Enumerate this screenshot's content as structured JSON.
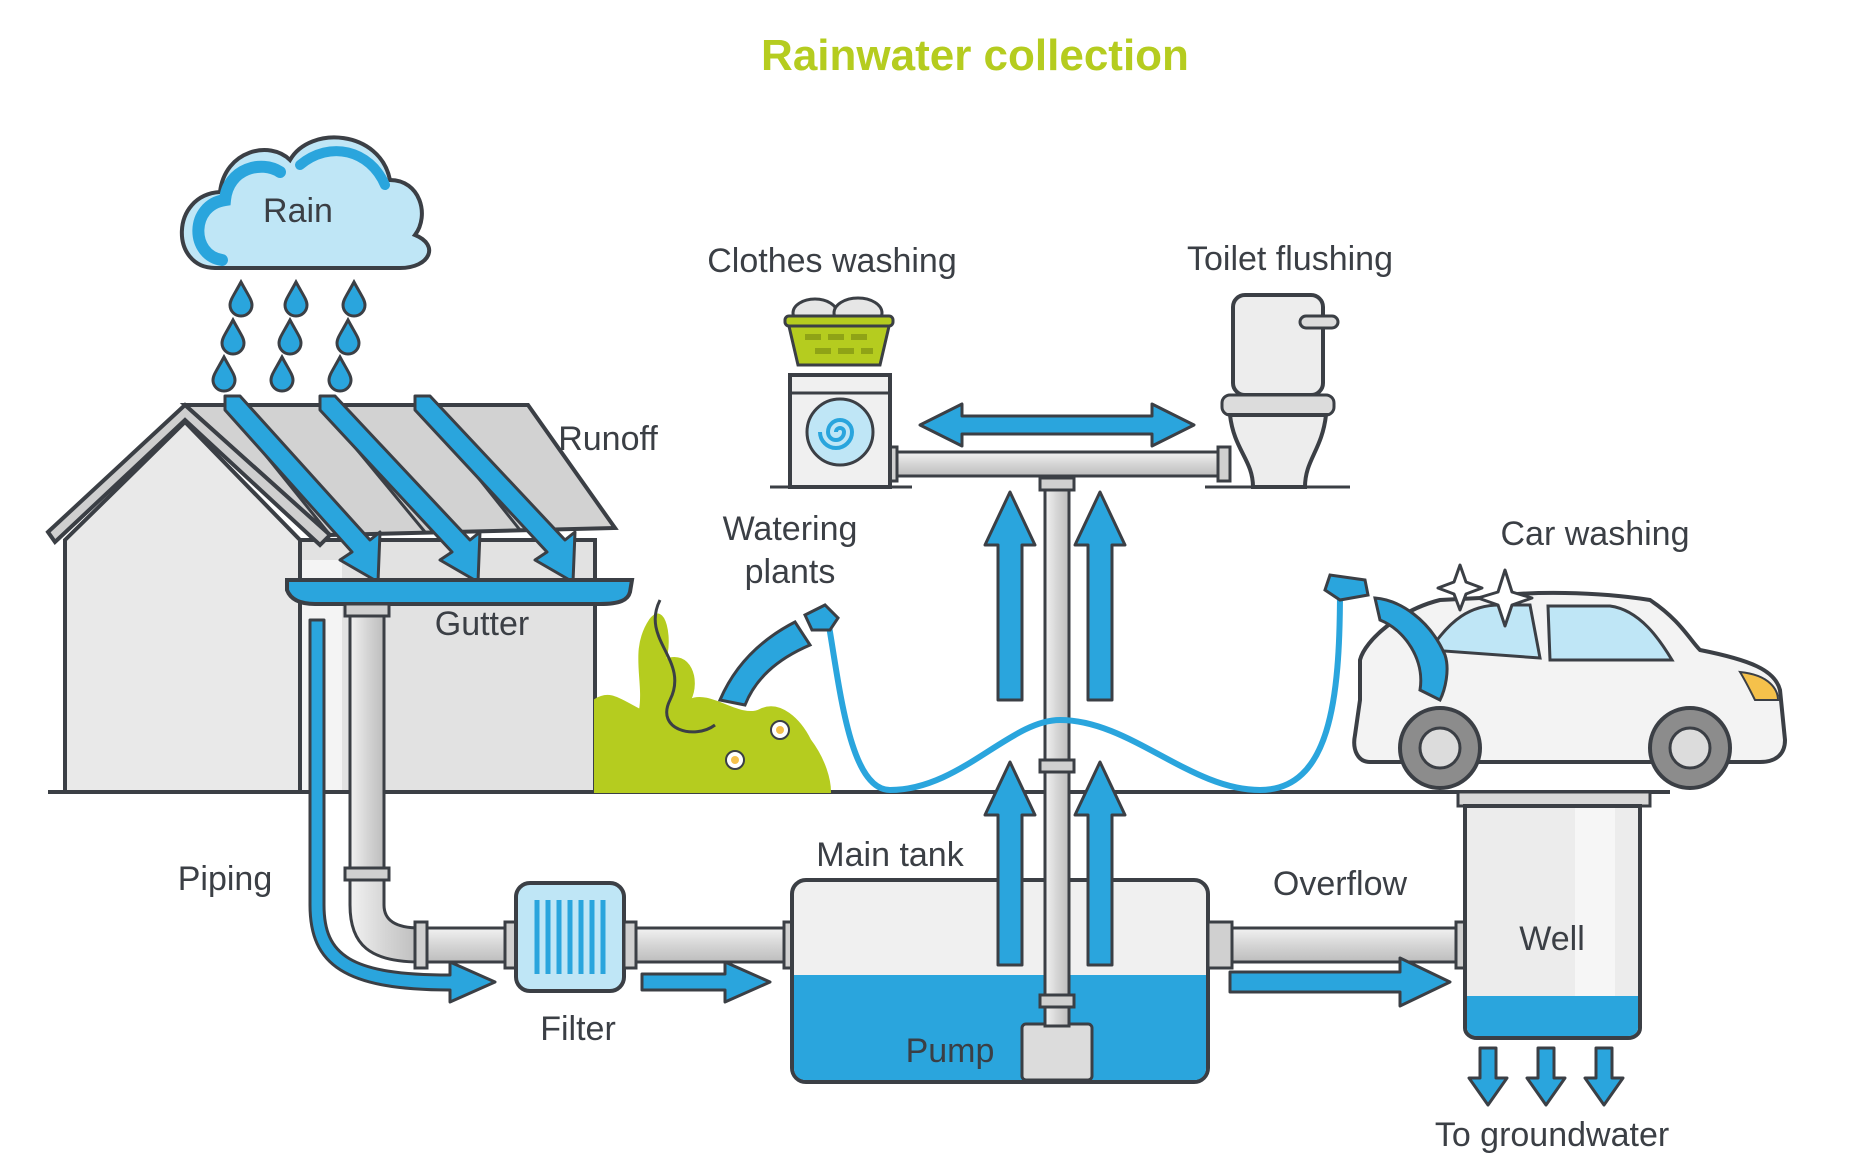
{
  "title": "Rainwater collection",
  "labels": {
    "rain": "Rain",
    "runoff": "Runoff",
    "gutter": "Gutter",
    "piping": "Piping",
    "filter": "Filter",
    "main_tank": "Main tank",
    "pump": "Pump",
    "overflow": "Overflow",
    "well": "Well",
    "to_groundwater": "To groundwater",
    "clothes_washing": "Clothes washing",
    "toilet_flushing": "Toilet flushing",
    "watering_plants_line1": "Watering",
    "watering_plants_line2": "plants",
    "car_washing": "Car washing"
  },
  "colors": {
    "title": "#b5cc1f",
    "water": "#2aa5dd",
    "water_light": "#bfe6f6",
    "outline": "#3b3f45",
    "gray": "#d9d9d9",
    "gray_light": "#eeeeee",
    "plant": "#b5cc1f"
  },
  "icons": [
    "cloud-icon",
    "raindrop-icon",
    "house-icon",
    "gutter-icon",
    "pipe-icon",
    "filter-icon",
    "tank-icon",
    "pump-icon",
    "well-icon",
    "washing-machine-icon",
    "laundry-basket-icon",
    "toilet-icon",
    "plant-icon",
    "flower-icon",
    "car-icon",
    "hose-icon",
    "sparkle-icon",
    "arrow-icon"
  ]
}
